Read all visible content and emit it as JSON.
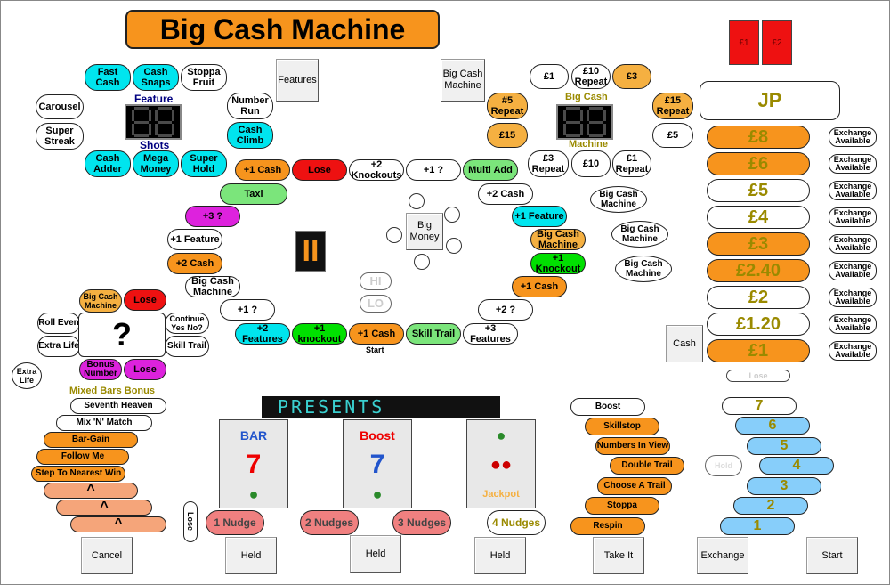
{
  "title": "Big Cash Machine",
  "colors": {
    "orange": "#f7941d",
    "cyan": "#00e5ee",
    "green": "#00e000",
    "lightgreen": "#7be57b",
    "red": "#ee1111",
    "magenta": "#dd22dd",
    "lightorange": "#f5b041",
    "salmon": "#f08080",
    "lightblue": "#87cefa",
    "olive": "#9a8a00",
    "navy": "#000080"
  },
  "buttons": {
    "features": "Features",
    "big_cash_machine": "Big Cash Machine",
    "cancel": "Cancel",
    "held1": "Held",
    "held2": "Held",
    "held3": "Held",
    "take_it": "Take It",
    "exchange": "Exchange",
    "start": "Start",
    "cash": "Cash",
    "big_money": "Big Money"
  },
  "coins": {
    "c1": "£1",
    "c2": "£2"
  },
  "left_features": {
    "fast_cash": "Fast Cash",
    "cash_snaps": "Cash Snaps",
    "stoppa_fruit": "Stoppa Fruit",
    "carousel": "Carousel",
    "super_streak": "Super Streak",
    "number_run": "Number Run",
    "cash_climb": "Cash Climb",
    "cash_adder": "Cash Adder",
    "mega_money": "Mega Money",
    "super_hold": "Super Hold",
    "feature_lbl": "Feature",
    "shots_lbl": "Shots"
  },
  "right_features": {
    "p1": "£1",
    "p10": "£10 Repeat",
    "p3": "£3",
    "r5": "#5 Repeat",
    "p15": "£15",
    "p15r": "£15 Repeat",
    "p5": "£5",
    "p3r": "£3 Repeat",
    "p10b": "£10",
    "p1r": "£1 Repeat",
    "big_cash_lbl": "Big Cash",
    "machine_lbl": "Machine"
  },
  "jackpot": {
    "jp": "JP",
    "ladder": [
      "£8",
      "£6",
      "£5",
      "£4",
      "£3",
      "£2.40",
      "£2",
      "£1.20",
      "£1"
    ],
    "exchange": "Exchange Available",
    "lose": "Lose"
  },
  "trail": {
    "t1": "+1 Cash",
    "lose": "Lose",
    "t2": "+2 Knockouts",
    "t3": "+1 ?",
    "t4": "Multi Add",
    "t5": "+2 Cash",
    "t6": "+1 Feature",
    "t7": "Big Cash Machine",
    "t8": "+1 Knockout",
    "t9": "+1 Cash",
    "t10": "+2 ?",
    "t11": "+3 Features",
    "t12": "Skill Trail",
    "t13": "+1 Cash",
    "start": "Start",
    "t14": "+1 knockout",
    "t15": "+2 Features",
    "t16": "+1 ?",
    "t17": "Big Cash Machine",
    "t18": "+2 Cash",
    "t19": "+1 Feature",
    "t20": "+3 ?",
    "t21": "Taxi"
  },
  "bcm_ovals": [
    "Big Cash Machine",
    "Big Cash Machine",
    "Big Cash Machine"
  ],
  "hilo": {
    "hi": "HI",
    "lo": "LO"
  },
  "mystery": {
    "q": "?",
    "bcm": "Big Cash Machine",
    "lose1": "Lose",
    "roll_even": "Roll Even",
    "extra_life": "Extra Life",
    "continue": "Continue Yes No?",
    "skill_trail": "Skill Trail",
    "bonus_number": "Bonus Number",
    "lose2": "Lose",
    "extra_life2": "Extra Life"
  },
  "mixed_bars": {
    "title": "Mixed Bars Bonus",
    "items": [
      "Seventh Heaven",
      "Mix 'N' Match",
      "Bar-Gain",
      "Follow Me",
      "Step To Nearest Win",
      "^",
      "^",
      "^"
    ]
  },
  "presents": "PRESENTS",
  "nudges": [
    "1 Nudge",
    "2 Nudges",
    "3 Nudges",
    "4 Nudges"
  ],
  "lose_vertical": "Lose",
  "skill_right": {
    "items": [
      "Boost",
      "Skillstop",
      "Numbers In View",
      "Double Trail",
      "Choose A Trail",
      "Stoppa",
      "Respin"
    ]
  },
  "number_ladder": [
    "7",
    "6",
    "5",
    "4",
    "3",
    "2",
    "1"
  ],
  "bottom_hidden": "Hold"
}
